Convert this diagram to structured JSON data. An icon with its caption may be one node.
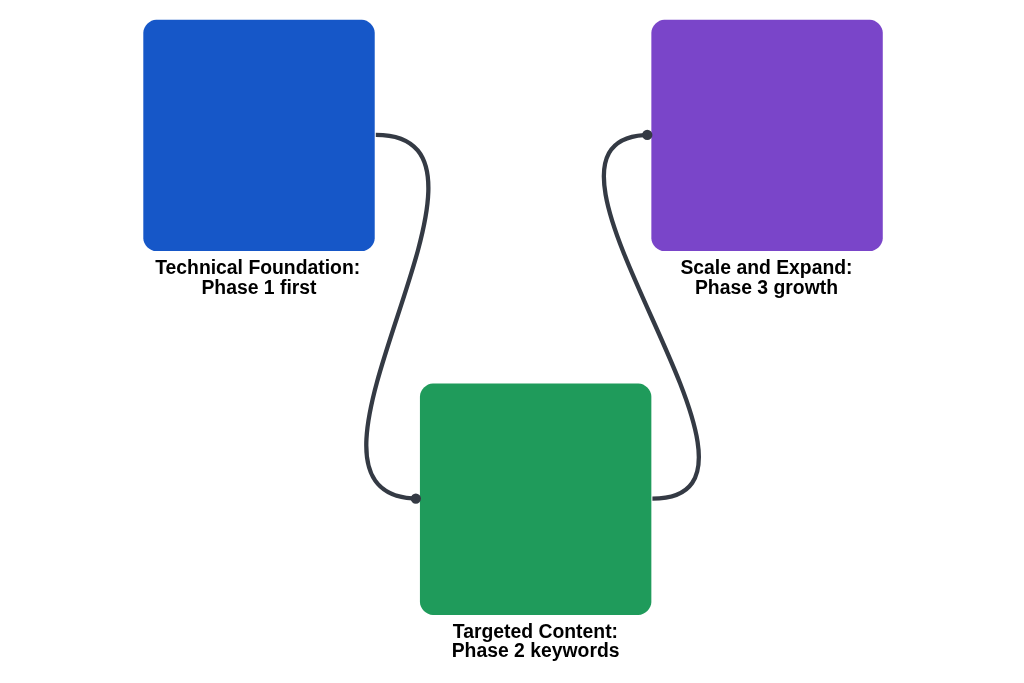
{
  "diagram": {
    "nodes": [
      {
        "text": [
          "Technical Foundation: Phase 1 first"
        ]
      },
      {
        "text": [
          "Targeted Content: Phase 2 keywords"
        ]
      },
      {
        "text": [
          "Scale and Expand: Phase 3 growth"
        ]
      }
    ],
    "edges": [
      {
        "from": 0,
        "to": 1,
        "arrow": "other"
      },
      {
        "from": 1,
        "to": 2,
        "arrow": "other"
      }
    ]
  }
}
